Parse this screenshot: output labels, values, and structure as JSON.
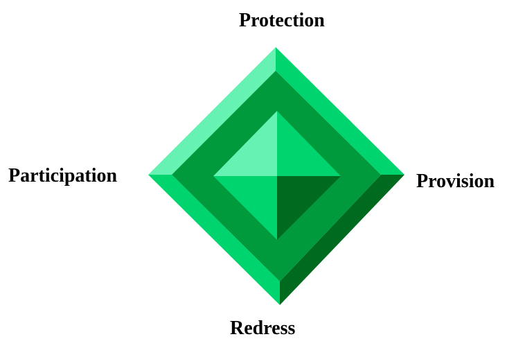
{
  "diagram": {
    "labels": {
      "top": "Protection",
      "left": "Participation",
      "right": "Provision",
      "bottom": "Redress"
    },
    "colors": {
      "bevel_top_left": "#66f2b3",
      "bevel_top_right": "#00d46e",
      "bevel_bottom_left": "#00d46e",
      "bevel_bottom_right": "#006b1f",
      "band": "#009a3d",
      "facet_top_left": "#66f2b3",
      "facet_top_right": "#00d46e",
      "facet_bottom_left": "#00d46e",
      "facet_bottom_right": "#006b1f"
    }
  }
}
